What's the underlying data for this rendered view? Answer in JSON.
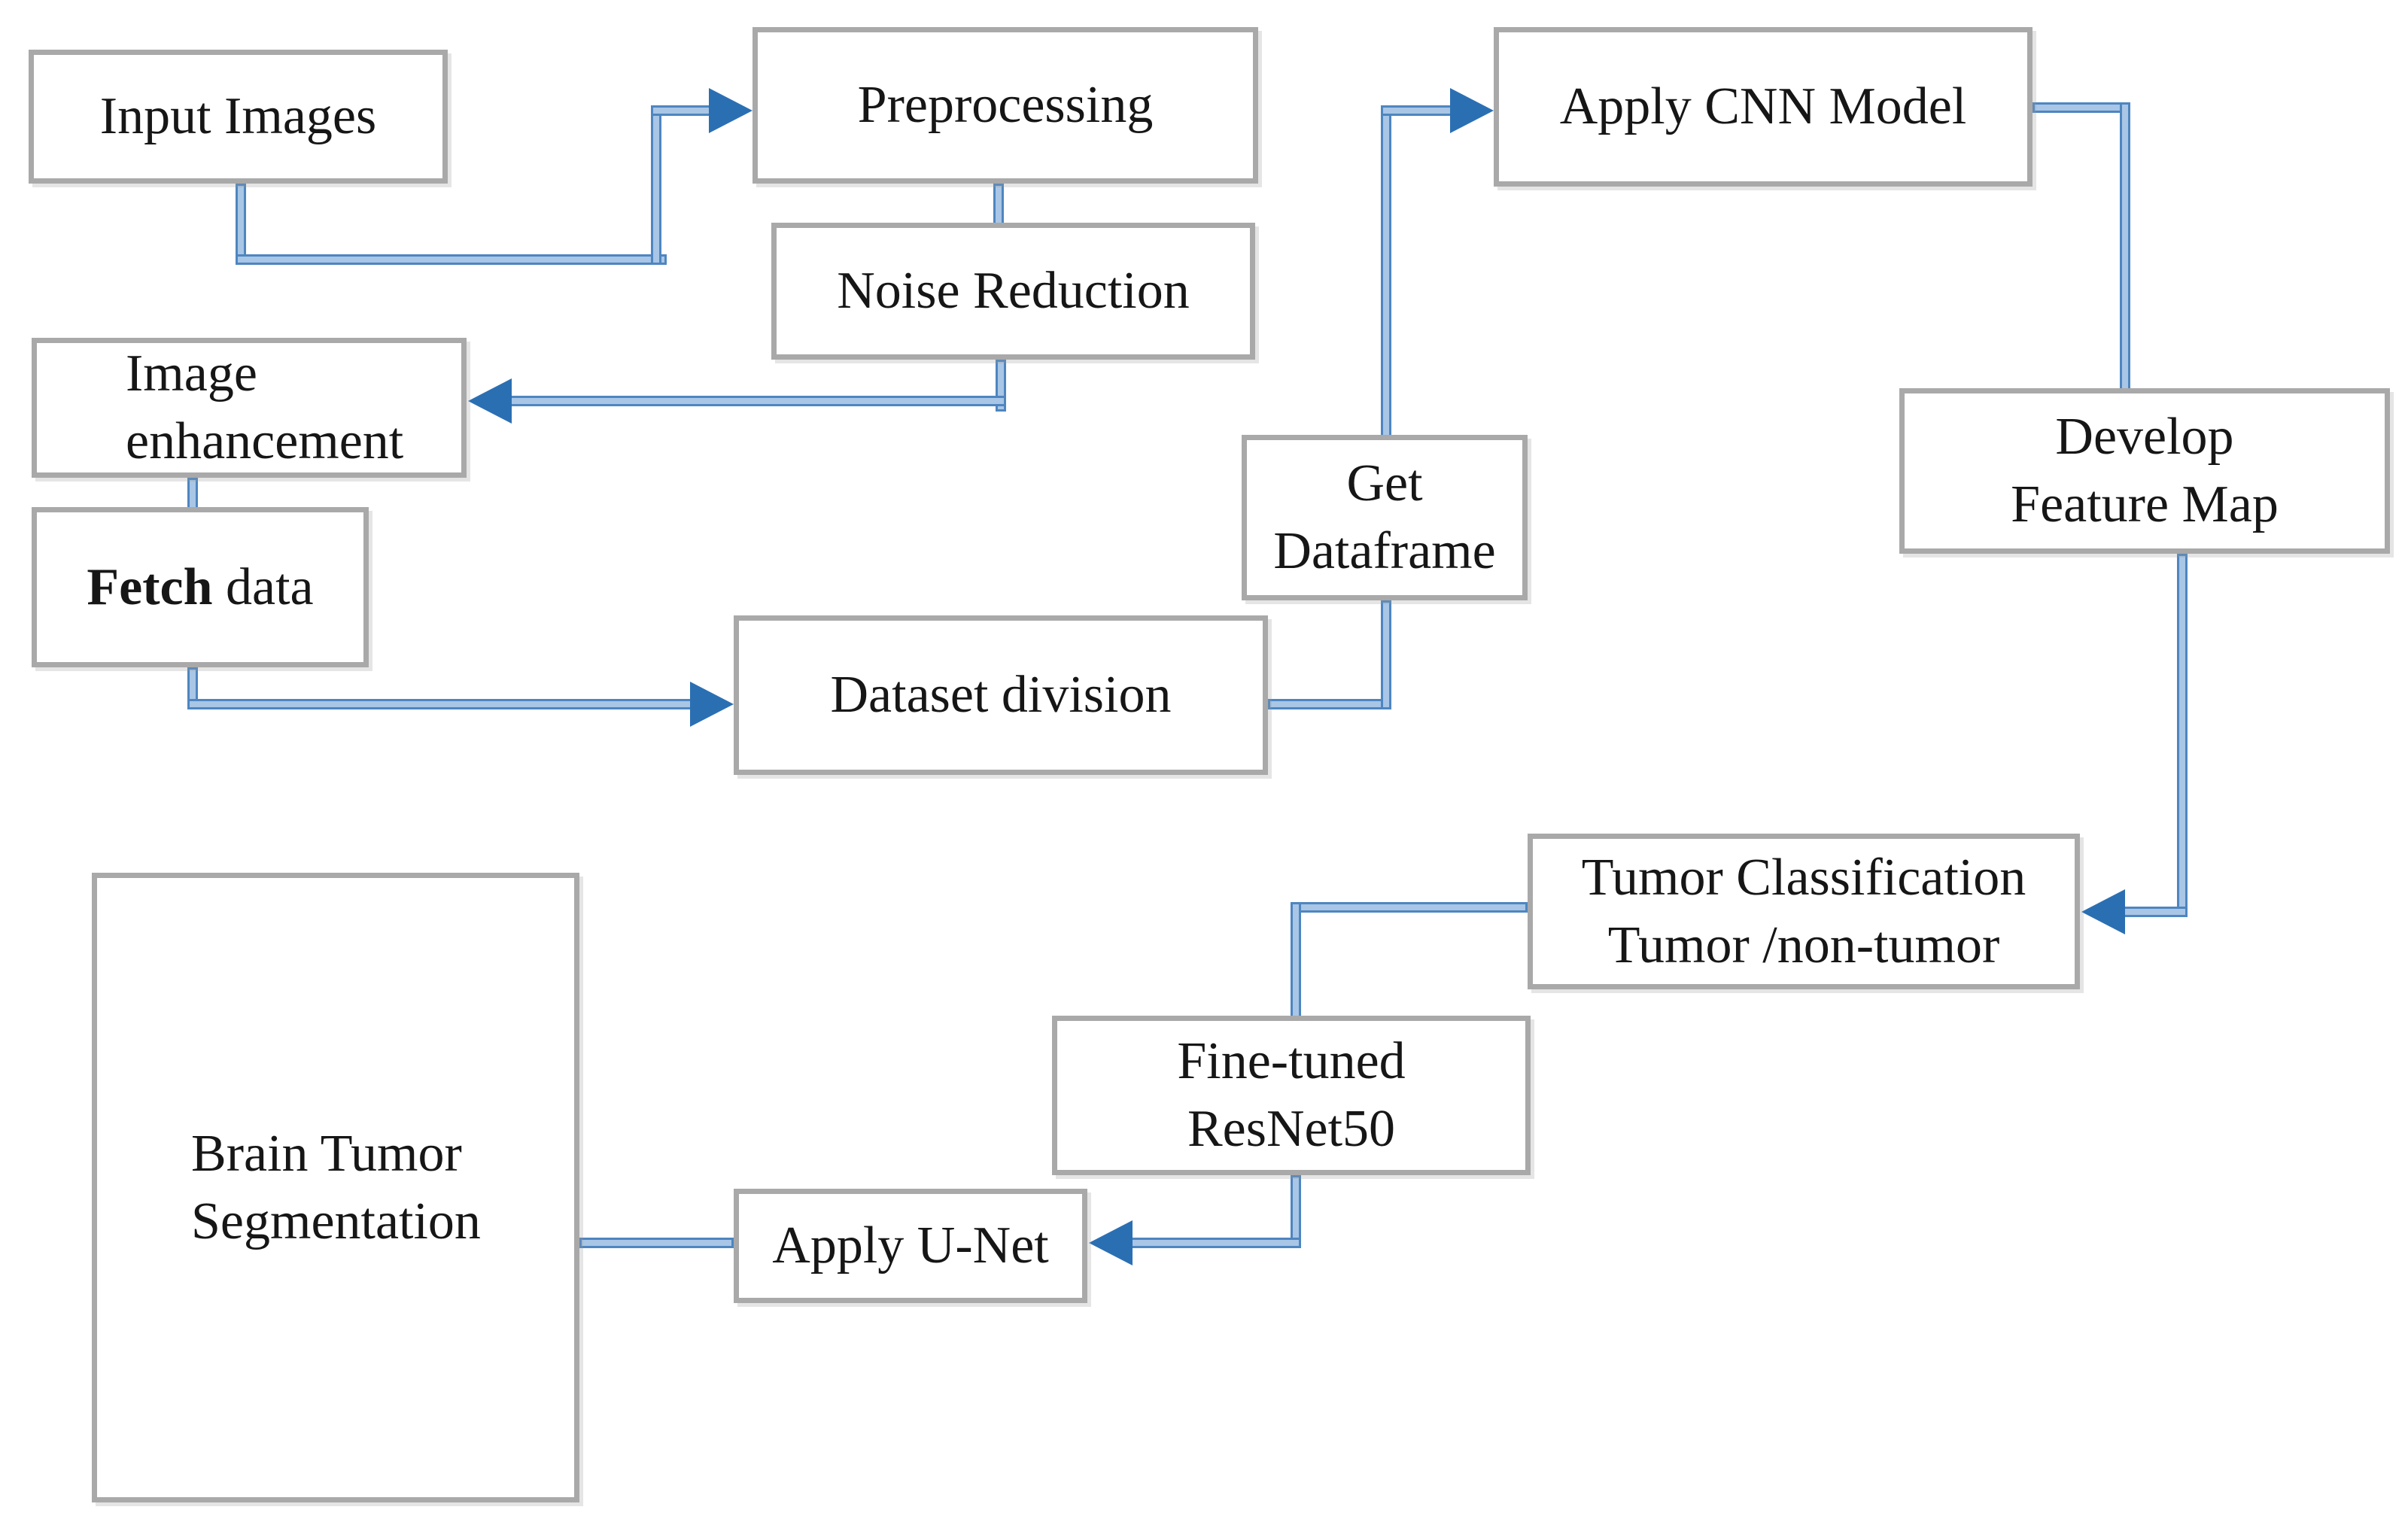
{
  "diagram": {
    "title": "Brain tumor classification and segmentation flowchart",
    "nodes": {
      "input_images": {
        "label": "Input Images"
      },
      "preprocessing": {
        "label": "Preprocessing"
      },
      "noise_reduction": {
        "label": "Noise Reduction"
      },
      "image_enhancement": {
        "label": "Image\nenhancement"
      },
      "fetch_data": {
        "label_bold": "Fetch",
        "label_rest": " data"
      },
      "dataset_division": {
        "label": "Dataset division"
      },
      "get_dataframe": {
        "label": "Get\nDataframe"
      },
      "apply_cnn": {
        "label": "Apply CNN Model"
      },
      "develop_feature_map": {
        "label": "Develop\nFeature Map"
      },
      "tumor_classification": {
        "label": "Tumor Classification\nTumor /non-tumor"
      },
      "fine_tuned_resnet50": {
        "label": "Fine-tuned\nResNet50"
      },
      "apply_unet": {
        "label": "Apply U-Net"
      },
      "brain_tumor_segmentation": {
        "label": "Brain Tumor\nSegmentation"
      }
    },
    "edges": [
      {
        "from": "input_images",
        "to": "preprocessing",
        "arrow": true
      },
      {
        "from": "preprocessing",
        "to": "noise_reduction",
        "arrow": false
      },
      {
        "from": "noise_reduction",
        "to": "image_enhancement",
        "arrow": true
      },
      {
        "from": "image_enhancement",
        "to": "fetch_data",
        "arrow": false
      },
      {
        "from": "fetch_data",
        "to": "dataset_division",
        "arrow": true
      },
      {
        "from": "dataset_division",
        "to": "get_dataframe",
        "arrow": false
      },
      {
        "from": "get_dataframe",
        "to": "apply_cnn",
        "arrow": true
      },
      {
        "from": "apply_cnn",
        "to": "develop_feature_map",
        "arrow": false
      },
      {
        "from": "develop_feature_map",
        "to": "tumor_classification",
        "arrow": true
      },
      {
        "from": "tumor_classification",
        "to": "fine_tuned_resnet50",
        "arrow": false
      },
      {
        "from": "fine_tuned_resnet50",
        "to": "apply_unet",
        "arrow": true
      },
      {
        "from": "apply_unet",
        "to": "brain_tumor_segmentation",
        "arrow": false
      }
    ],
    "colors": {
      "connector_fill": "#a9c6e6",
      "connector_edge": "#4e86c0",
      "arrowhead": "#2b6fb3",
      "box_border": "#a9a9a9",
      "text": "#161616",
      "background": "#ffffff"
    }
  }
}
